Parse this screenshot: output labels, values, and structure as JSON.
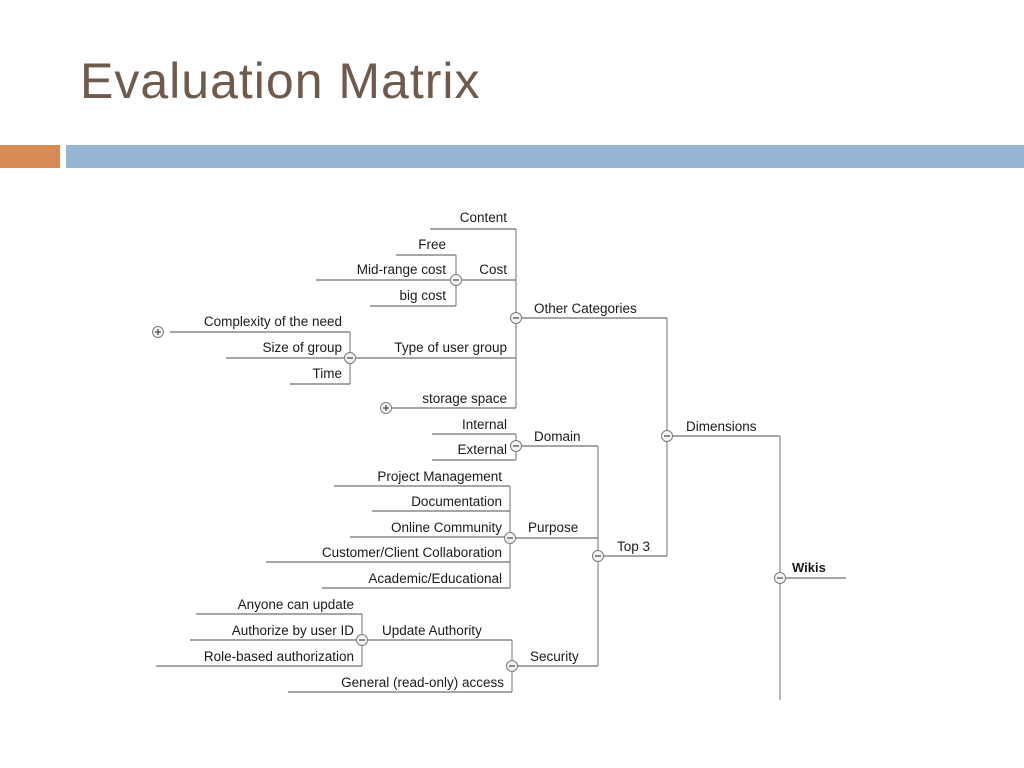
{
  "slide": {
    "title": "Evaluation Matrix"
  },
  "mindmap": {
    "root": "Wikis",
    "dimensions": "Dimensions",
    "other_categories": "Other Categories",
    "content": "Content",
    "cost": "Cost",
    "cost_free": "Free",
    "cost_mid": "Mid-range cost",
    "cost_big": "big cost",
    "user_group": "Type of user group",
    "complexity": "Complexity of the need",
    "group_size": "Size of group",
    "time": "Time",
    "storage": "storage space",
    "top3": "Top 3",
    "domain": "Domain",
    "internal": "Internal",
    "external": "External",
    "purpose": "Purpose",
    "project_mgmt": "Project Management",
    "documentation": "Documentation",
    "online_community": "Online Community",
    "collaboration": "Customer/Client Collaboration",
    "academic": "Academic/Educational",
    "security": "Security",
    "update_authority": "Update Authority",
    "anyone": "Anyone can update",
    "authorize": "Authorize by user ID",
    "role_based": "Role-based authorization",
    "read_only": "General (read-only) access"
  }
}
